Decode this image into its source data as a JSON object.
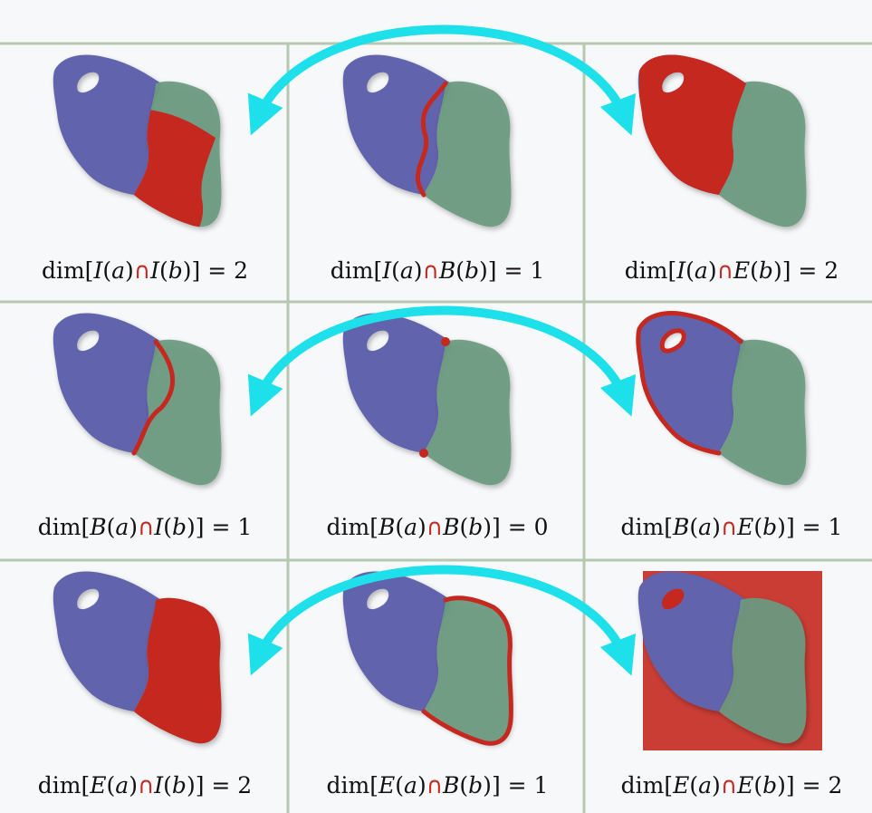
{
  "colors": {
    "background": "#f7f8fa",
    "grid_line": "#b7c8b1",
    "region_a": "#6264ad",
    "region_b": "#6a9a80",
    "highlight": "#c4281f",
    "arrow": "#1ee0ea",
    "caption_text": "#111111"
  },
  "icons": {
    "arrow": "curved-double-arrow-icon",
    "point": "dot-icon"
  },
  "rows": [
    {
      "row": "I(a)",
      "cells": [
        {
          "col": "I(b)",
          "highlight": "intersection-fill",
          "caption": {
            "pre": "dim[",
            "a": "I",
            "b": "I",
            "result": "2"
          }
        },
        {
          "col": "B(b)",
          "highlight": "b-boundary-inside-a",
          "caption": {
            "pre": "dim[",
            "a": "I",
            "b": "B",
            "result": "1"
          }
        },
        {
          "col": "E(b)",
          "highlight": "a-minus-b-fill",
          "caption": {
            "pre": "dim[",
            "a": "I",
            "b": "E",
            "result": "2"
          }
        }
      ]
    },
    {
      "row": "B(a)",
      "cells": [
        {
          "col": "I(b)",
          "highlight": "a-boundary-inside-b",
          "caption": {
            "pre": "dim[",
            "a": "B",
            "b": "I",
            "result": "1"
          }
        },
        {
          "col": "B(b)",
          "highlight": "boundary-points",
          "caption": {
            "pre": "dim[",
            "a": "B",
            "b": "B",
            "result": "0"
          }
        },
        {
          "col": "E(b)",
          "highlight": "a-boundary-outside-b",
          "caption": {
            "pre": "dim[",
            "a": "B",
            "b": "E",
            "result": "1"
          }
        }
      ]
    },
    {
      "row": "E(a)",
      "cells": [
        {
          "col": "I(b)",
          "highlight": "b-minus-a-fill",
          "caption": {
            "pre": "dim[",
            "a": "E",
            "b": "I",
            "result": "2"
          }
        },
        {
          "col": "B(b)",
          "highlight": "b-boundary-outside-a",
          "caption": {
            "pre": "dim[",
            "a": "E",
            "b": "B",
            "result": "1"
          }
        },
        {
          "col": "E(b)",
          "highlight": "exterior-fill",
          "caption": {
            "pre": "dim[",
            "a": "E",
            "b": "E",
            "result": "2"
          }
        }
      ]
    }
  ],
  "caption_parts": {
    "dim": "dim",
    "open": "[",
    "close": "]",
    "arg_a": "(a)",
    "arg_b": "(b)",
    "cap": "∩",
    "equals": " = "
  }
}
